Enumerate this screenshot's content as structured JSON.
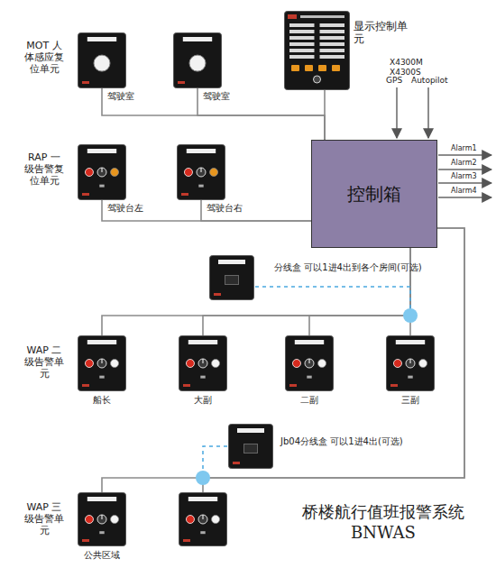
{
  "diagram": {
    "title": "桥楼航行值班报警系统 BNWAS",
    "nodes": [
      {
        "text": [
          "显示控制单元",
          "X4300M X4300S"
        ]
      },
      {
        "text": [
          "驾驶室"
        ]
      },
      {
        "text": [
          "驾驶室"
        ]
      },
      {
        "text": [
          "驾驶台左"
        ]
      },
      {
        "text": [
          "驾驶台右"
        ]
      },
      {
        "text": [
          "控制箱"
        ]
      },
      {
        "text": [
          "分线盒 可以1进4出到各个房间(可选)"
        ]
      },
      {
        "text": [
          "船长"
        ]
      },
      {
        "text": [
          "大副"
        ]
      },
      {
        "text": [
          "二副"
        ]
      },
      {
        "text": [
          "三副"
        ]
      },
      {
        "text": [
          "Jb04分线盒 可以1进4出(可选)"
        ]
      },
      {
        "text": [
          "公共区域"
        ]
      },
      {
        "text": []
      }
    ],
    "edges": [
      {
        "from": 0,
        "to": 5,
        "arrow": "none"
      },
      {
        "from": 1,
        "to": 5,
        "arrow": "none"
      },
      {
        "from": 2,
        "to": 5,
        "arrow": "none"
      },
      {
        "from": 3,
        "to": 5,
        "arrow": "none"
      },
      {
        "from": 4,
        "to": 5,
        "arrow": "none"
      },
      {
        "from": 5,
        "to": 7,
        "arrow": "none"
      },
      {
        "from": 5,
        "to": 8,
        "arrow": "none"
      },
      {
        "from": 5,
        "to": 9,
        "arrow": "none"
      },
      {
        "from": 5,
        "to": 10,
        "arrow": "none"
      },
      {
        "from": 5,
        "to": 12,
        "arrow": "none"
      },
      {
        "from": 5,
        "to": 13,
        "arrow": "none"
      }
    ],
    "labels": [
      "MOT 人体感应复位单元",
      "RAP 一级告警复位单元",
      "WAP 二级告警单元",
      "WAP 三级告警单元",
      "GPS",
      "Autopilot",
      "Alarm1",
      "Alarm2",
      "Alarm3",
      "Alarm4"
    ]
  }
}
